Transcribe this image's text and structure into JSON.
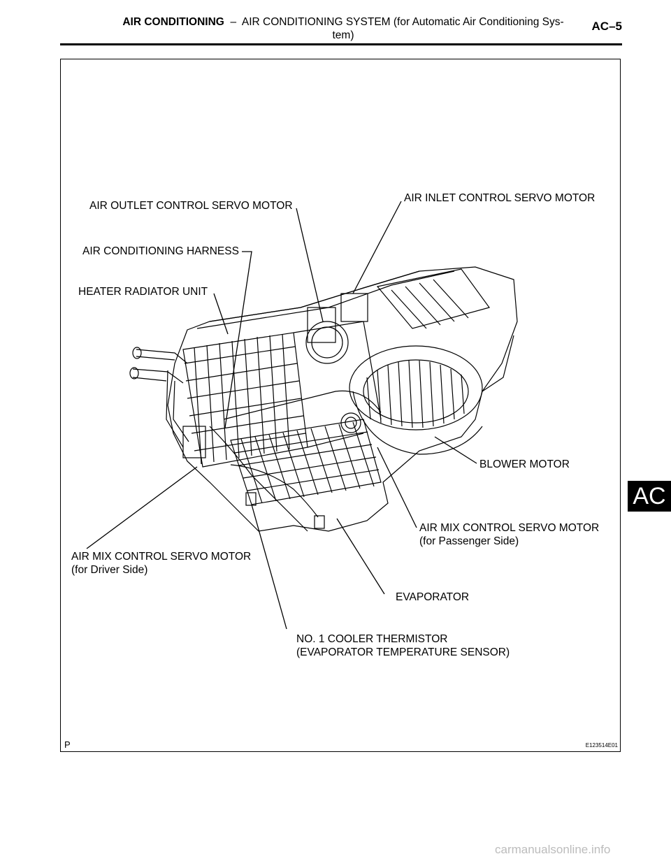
{
  "header": {
    "section": "AIR CONDITIONING",
    "dash": "–",
    "title": "AIR CONDITIONING SYSTEM (for Automatic Air Conditioning Sys-",
    "title_cont": "tem)",
    "page": "AC–5"
  },
  "labels": {
    "air_outlet_servo": "AIR OUTLET CONTROL SERVO MOTOR",
    "air_inlet_servo": "AIR INLET CONTROL SERVO MOTOR",
    "ac_harness": "AIR CONDITIONING HARNESS",
    "heater_radiator": "HEATER RADIATOR UNIT",
    "blower_motor": "BLOWER MOTOR",
    "air_mix_passenger": "AIR MIX CONTROL SERVO MOTOR",
    "air_mix_passenger_sub": "(for Passenger Side)",
    "air_mix_driver": "AIR MIX CONTROL SERVO MOTOR",
    "air_mix_driver_sub": "(for Driver Side)",
    "evaporator": "EVAPORATOR",
    "thermistor": "NO. 1 COOLER THERMISTOR",
    "thermistor_sub": "(EVAPORATOR TEMPERATURE SENSOR)"
  },
  "figure": {
    "corner": "P",
    "id": "E123514E01"
  },
  "side_tab": "AC",
  "watermark": "carmanualsonline.info"
}
